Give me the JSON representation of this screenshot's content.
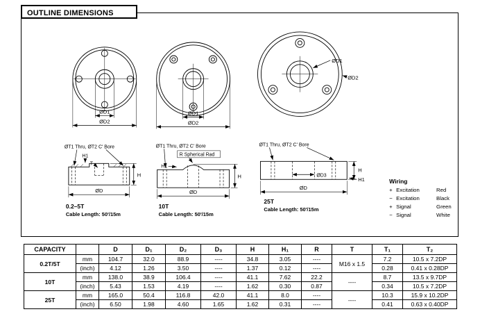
{
  "page": {
    "title": "OUTLINE DIMENSIONS"
  },
  "top_views": [
    {
      "d1": "ØD1",
      "d2": "ØD2"
    },
    {
      "d1": "ØD1",
      "d2": "ØD2"
    },
    {
      "d1": "ØD1",
      "d2": "ØD2"
    }
  ],
  "side_views": [
    {
      "bore": "ØT1 Thru, ØT2 C' Bore",
      "h1": "H1",
      "t": "T",
      "h": "H",
      "d": "ØD",
      "capacity": "0.2–5T",
      "cable": "Cable Length: 50'/15m"
    },
    {
      "bore": "ØT1 Thru, ØT2 C' Bore",
      "spherical": "R Spherical Rad",
      "h1": "H1",
      "h": "H",
      "d": "ØD",
      "capacity": "10T",
      "cable": "Cable Length: 50'/15m"
    },
    {
      "bore": "ØT1 Thru, ØT2 C' Bore",
      "h": "H",
      "h1": "H1",
      "d3": "ØD3",
      "d": "ØD",
      "capacity": "25T",
      "cable": "Cable Length: 50'/15m"
    }
  ],
  "wiring": {
    "title": "Wiring",
    "rows": [
      {
        "sign": "+",
        "name": "Excitation",
        "color": "Red"
      },
      {
        "sign": "−",
        "name": "Excitation",
        "color": "Black"
      },
      {
        "sign": "+",
        "name": "Signal",
        "color": "Green"
      },
      {
        "sign": "−",
        "name": "Signal",
        "color": "White"
      }
    ]
  },
  "table": {
    "headers": {
      "capacity": "CAPACITY",
      "unit": "",
      "d": "D",
      "d1": "D₁",
      "d2": "D₂",
      "d3": "D₃",
      "h": "H",
      "h1": "H₁",
      "r": "R",
      "t": "T",
      "t1": "T₁",
      "t2": "T₂"
    },
    "groups": [
      {
        "capacity": "0.2T/5T",
        "t": "M16 x 1.5",
        "mm": {
          "unit": "mm",
          "d": "104.7",
          "d1": "32.0",
          "d2": "88.9",
          "d3": "----",
          "h": "34.8",
          "h1": "3.05",
          "r": "----",
          "t1": "7.2",
          "t2": "10.5 x 7.2DP"
        },
        "inch": {
          "unit": "(inch)",
          "d": "4.12",
          "d1": "1.26",
          "d2": "3.50",
          "d3": "----",
          "h": "1.37",
          "h1": "0.12",
          "r": "----",
          "t1": "0.28",
          "t2": "0.41 x 0.28DP"
        }
      },
      {
        "capacity": "10T",
        "t": "----",
        "mm": {
          "unit": "mm",
          "d": "138.0",
          "d1": "38.9",
          "d2": "106.4",
          "d3": "----",
          "h": "41.1",
          "h1": "7.62",
          "r": "22.2",
          "t1": "8.7",
          "t2": "13.5 x 9.7DP"
        },
        "inch": {
          "unit": "(inch)",
          "d": "5.43",
          "d1": "1.53",
          "d2": "4.19",
          "d3": "----",
          "h": "1.62",
          "h1": "0.30",
          "r": "0.87",
          "t1": "0.34",
          "t2": "10.5 x 7.2DP"
        }
      },
      {
        "capacity": "25T",
        "t": "----",
        "mm": {
          "unit": "mm",
          "d": "165.0",
          "d1": "50.4",
          "d2": "116.8",
          "d3": "42.0",
          "h": "41.1",
          "h1": "8.0",
          "r": "----",
          "t1": "10.3",
          "t2": "15.9 x 10.2DP"
        },
        "inch": {
          "unit": "(inch)",
          "d": "6.50",
          "d1": "1.98",
          "d2": "4.60",
          "d3": "1.65",
          "h": "1.62",
          "h1": "0.31",
          "r": "----",
          "t1": "0.41",
          "t2": "0.63 x 0.40DP"
        }
      }
    ]
  }
}
